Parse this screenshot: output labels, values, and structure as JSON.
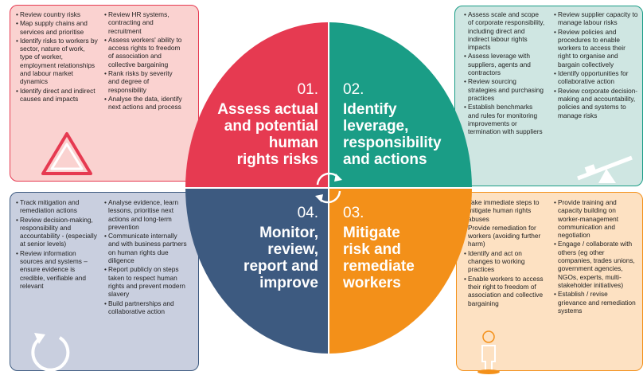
{
  "quadrants": {
    "q1": {
      "number": "01.",
      "title_lines": [
        "Assess actual",
        "and potential",
        "human",
        "rights risks"
      ],
      "color": "#e63a51",
      "col1": [
        "Review country risks",
        "Map supply chains and services and prioritise",
        "Identify risks to workers by sector, nature of work, type of worker, employment relationships and labour market dynamics",
        "Identify direct and indirect causes and impacts"
      ],
      "col2": [
        "Review HR systems, contracting and recruitment",
        "Assess workers' ability to access rights to freedom of association and collective bargaining",
        "Rank risks by severity and degree of responsibility",
        "Analyse the data, identify next actions and process"
      ]
    },
    "q2": {
      "number": "02.",
      "title_lines": [
        "Identify",
        "leverage,",
        "responsibility",
        "and actions"
      ],
      "color": "#1a9d86",
      "col1": [
        "Assess scale and scope of corporate responsibility, including direct and indirect labour rights impacts",
        "Assess leverage with suppliers, agents and contractors",
        "Review sourcing strategies and purchasing practices",
        "Establish benchmarks and rules for monitoring improvements or termination with suppliers"
      ],
      "col2": [
        "Review supplier capacity to manage labour risks",
        "Review policies and procedures to enable workers to access their right to organise and bargain collectively",
        "Identify opportunities for collaborative action",
        "Review corporate decision-making and accountability, policies and systems to manage risks"
      ]
    },
    "q3": {
      "number": "03.",
      "title_lines": [
        "Mitigate",
        "risk and",
        "remediate",
        "workers"
      ],
      "color": "#f39019",
      "col1": [
        "Take immediate steps to mitigate human rights abuses",
        "Provide remediation for workers (avoiding further harm)",
        "Identify and act on changes to working practices",
        "Enable workers to access their right to freedom of association and collective bargaining"
      ],
      "col2": [
        "Provide training and capacity building on worker-management communication and negotiation",
        "Engage / collaborate with others (eg other companies, trades unions, government agencies, NGOs, experts, multi-stakeholder initiatives)",
        "Establish / revise grievance and remediation systems"
      ]
    },
    "q4": {
      "number": "04.",
      "title_lines": [
        "Monitor,",
        "review,",
        "report and",
        "improve"
      ],
      "color": "#3d5a80",
      "col1": [
        "Track mitigation and remediation actions",
        "Review decision-making, responsibility and accountability - (especially at senior levels)",
        "Review information sources and systems – ensure evidence is credible, verifiable and relevant"
      ],
      "col2": [
        "Analyse evidence, learn lessons, prioritise next actions and long-term prevention",
        "Communicate internally and with business partners on human rights due diligence",
        "Report publicly on steps taken to respect human rights and prevent modern slavery",
        "Build partnerships and collaborative action"
      ]
    }
  },
  "icons": {
    "q1": "warning-triangle-icon",
    "q2": "balance-scale-icon",
    "q3": "worker-person-icon",
    "q4": "cycle-arrow-icon",
    "center": "refresh-cycle-icon"
  }
}
